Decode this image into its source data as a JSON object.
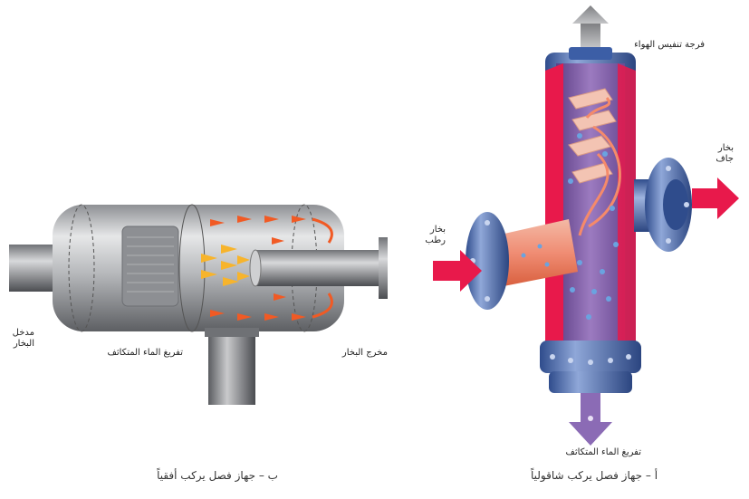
{
  "diagram": {
    "horizontal": {
      "caption": "ب – جهاز فصل يركب أفقياً",
      "labels": {
        "steam_inlet": [
          "مدخل",
          "البخار"
        ],
        "condensate_drain": "تفريغ الماء المتكاثف",
        "steam_outlet": "مخرج البخار"
      }
    },
    "vertical": {
      "caption": "أ – جهاز فصل يركب شاقولياً",
      "labels": {
        "air_vent": "فرجة تنفيس الهواء",
        "dry_steam": [
          "بخار",
          "جاف"
        ],
        "wet_steam": [
          "بخار",
          "رطب"
        ],
        "condensate_drain": "تفريغ الماء المتكاثف"
      }
    },
    "colors": {
      "body_grey": "#a7a9ac",
      "flow_red": "#e8194b",
      "flange_blue": "#4f6fb0",
      "inner_purple": "#7c5a9e",
      "drain_violet": "#8b6bb5",
      "orange_arrows": "#f15a24",
      "yellow_arrows": "#f7b42c"
    }
  }
}
